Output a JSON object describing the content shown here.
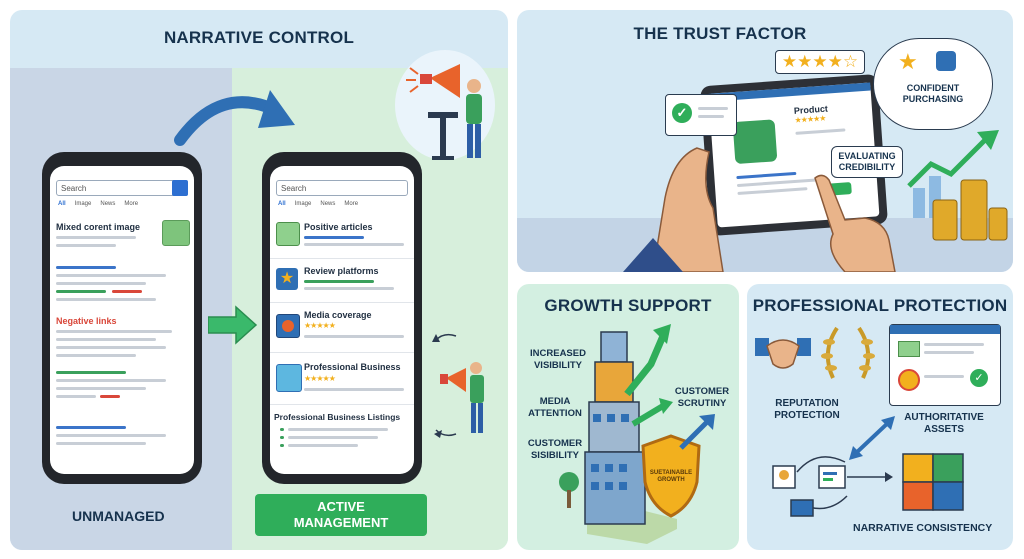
{
  "narrative": {
    "title": "NARRATIVE CONTROL",
    "left_phone": {
      "search_placeholder": "Search",
      "tabs": [
        "All",
        "Image",
        "News",
        "More"
      ],
      "item1": "Mixed corent image",
      "item2": "Negative links"
    },
    "right_phone": {
      "search_placeholder": "Search",
      "tabs": [
        "All",
        "Image",
        "News",
        "More"
      ],
      "items": [
        "Positive articles",
        "Review platforms",
        "Media coverage",
        "Professional Business",
        "Professional Business Listings"
      ]
    },
    "label_unmanaged": "UNMANAGED",
    "label_active": "ACTIVE\nMANAGEMENT",
    "colors": {
      "accent_green": "#2fae5a",
      "bg_left": "#c9d8ea",
      "bg_right": "#d8f0df"
    }
  },
  "trust": {
    "title": "THE TRUST FACTOR",
    "product_label": "Product",
    "badge_evaluating": "EVALUATING\nCREDIBILITY",
    "badge_confident": "CONFIDENT\nPURCHASING"
  },
  "growth": {
    "title": "GROWTH SUPPORT",
    "labels": [
      "INCREASED\nVISIBILITY",
      "MEDIA\nATTENTION",
      "CUSTOMER\nSISIBILITY",
      "CUSTOMER\nSCRUTINY"
    ],
    "shield_text": "SUETAINABLE\nGROWTH"
  },
  "protection": {
    "title": "PROFESSIONAL PROTECTION",
    "labels": [
      "REPUTATION\nPROTECTION",
      "AUTHORITATIVE\nASSETS",
      "NARRATIVE CONSISTENCY"
    ]
  }
}
